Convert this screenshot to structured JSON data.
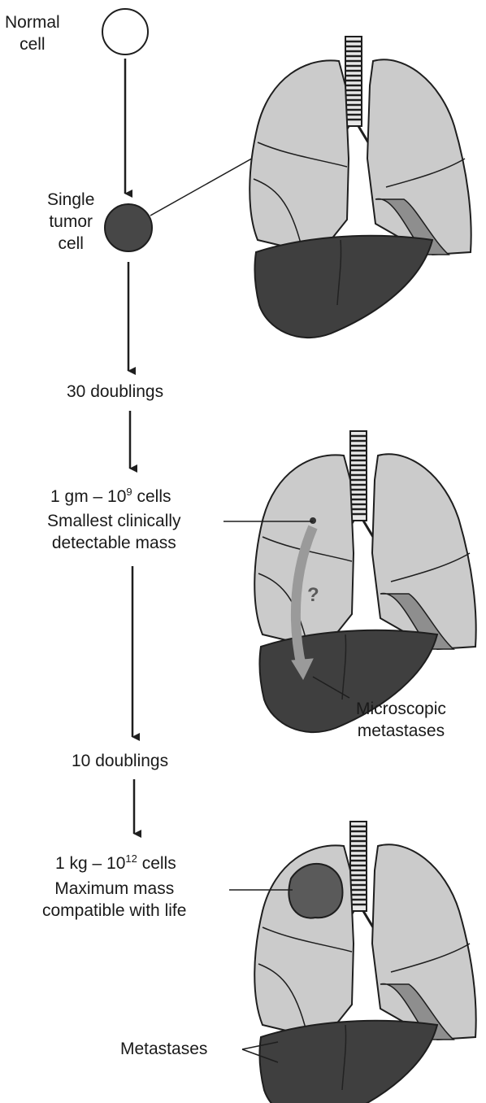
{
  "labels": {
    "normal_cell": [
      "Normal",
      "cell"
    ],
    "single_tumor_cell": [
      "Single",
      "tumor",
      "cell"
    ],
    "thirty_doublings": "30 doublings",
    "one_gm": {
      "prefix": "1 gm – 10",
      "exp": "9",
      "suffix": " cells"
    },
    "smallest_detectable": [
      "Smallest clinically",
      "detectable mass"
    ],
    "question_mark": "?",
    "microscopic_metastases": [
      "Microscopic",
      "metastases"
    ],
    "ten_doublings": "10 doublings",
    "one_kg": {
      "prefix": "1 kg – 10",
      "exp": "12",
      "suffix": " cells"
    },
    "maximum_mass": [
      "Maximum mass",
      "compatible with life"
    ],
    "metastases": "Metastases"
  },
  "colors": {
    "lung_fill": "#cbcbcb",
    "lung_lobe_dark": "#8e8e8e",
    "liver_fill": "#3f3f3f",
    "tumor_fill": "#5a5a5a",
    "cell_dark": "#474747",
    "arrow_gray": "#9a9a9a",
    "outline": "#1e1e1e"
  }
}
